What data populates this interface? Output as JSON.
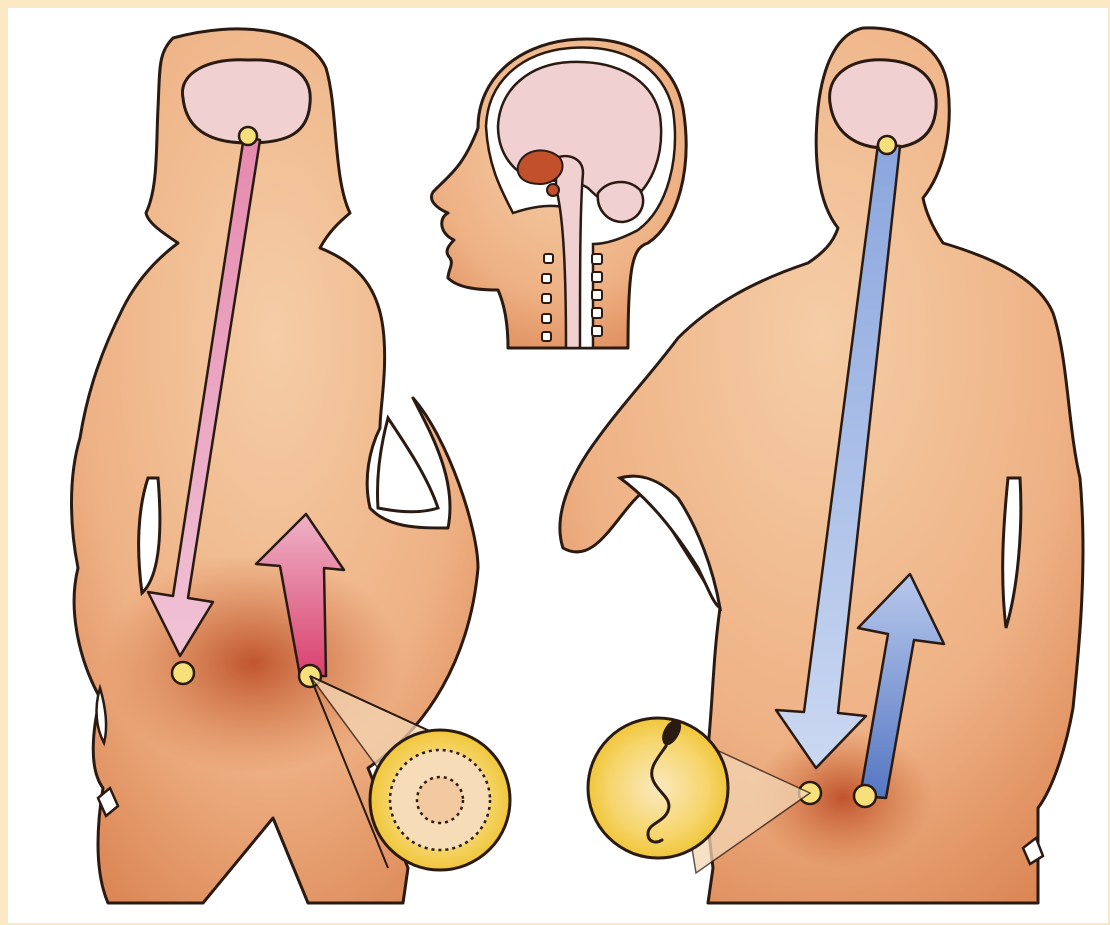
{
  "figure": {
    "colors": {
      "page_border": "#fbe9c6",
      "background": "#ffffff",
      "skin_light": "#f4c59a",
      "skin_dark": "#cf6a38",
      "brain": "#f3d6d6",
      "gland": "#f7e07a",
      "female_arrow": "#e9a5bf",
      "female_arrow_dark": "#d9577d",
      "male_arrow": "#a8bde6",
      "male_arrow_dark": "#5c7fc8",
      "zoom_circle": "#f3cf45",
      "outline": "#2a1a12"
    },
    "panels": [
      {
        "name": "female-figure",
        "pathways": [
          "descending-pink-arrow",
          "ascending-pink-arrow"
        ],
        "zoom": "ovary-follicle"
      },
      {
        "name": "head-cross-section"
      },
      {
        "name": "male-figure",
        "pathways": [
          "descending-blue-arrow",
          "ascending-blue-arrow"
        ],
        "zoom": "sperm-cell"
      }
    ]
  }
}
